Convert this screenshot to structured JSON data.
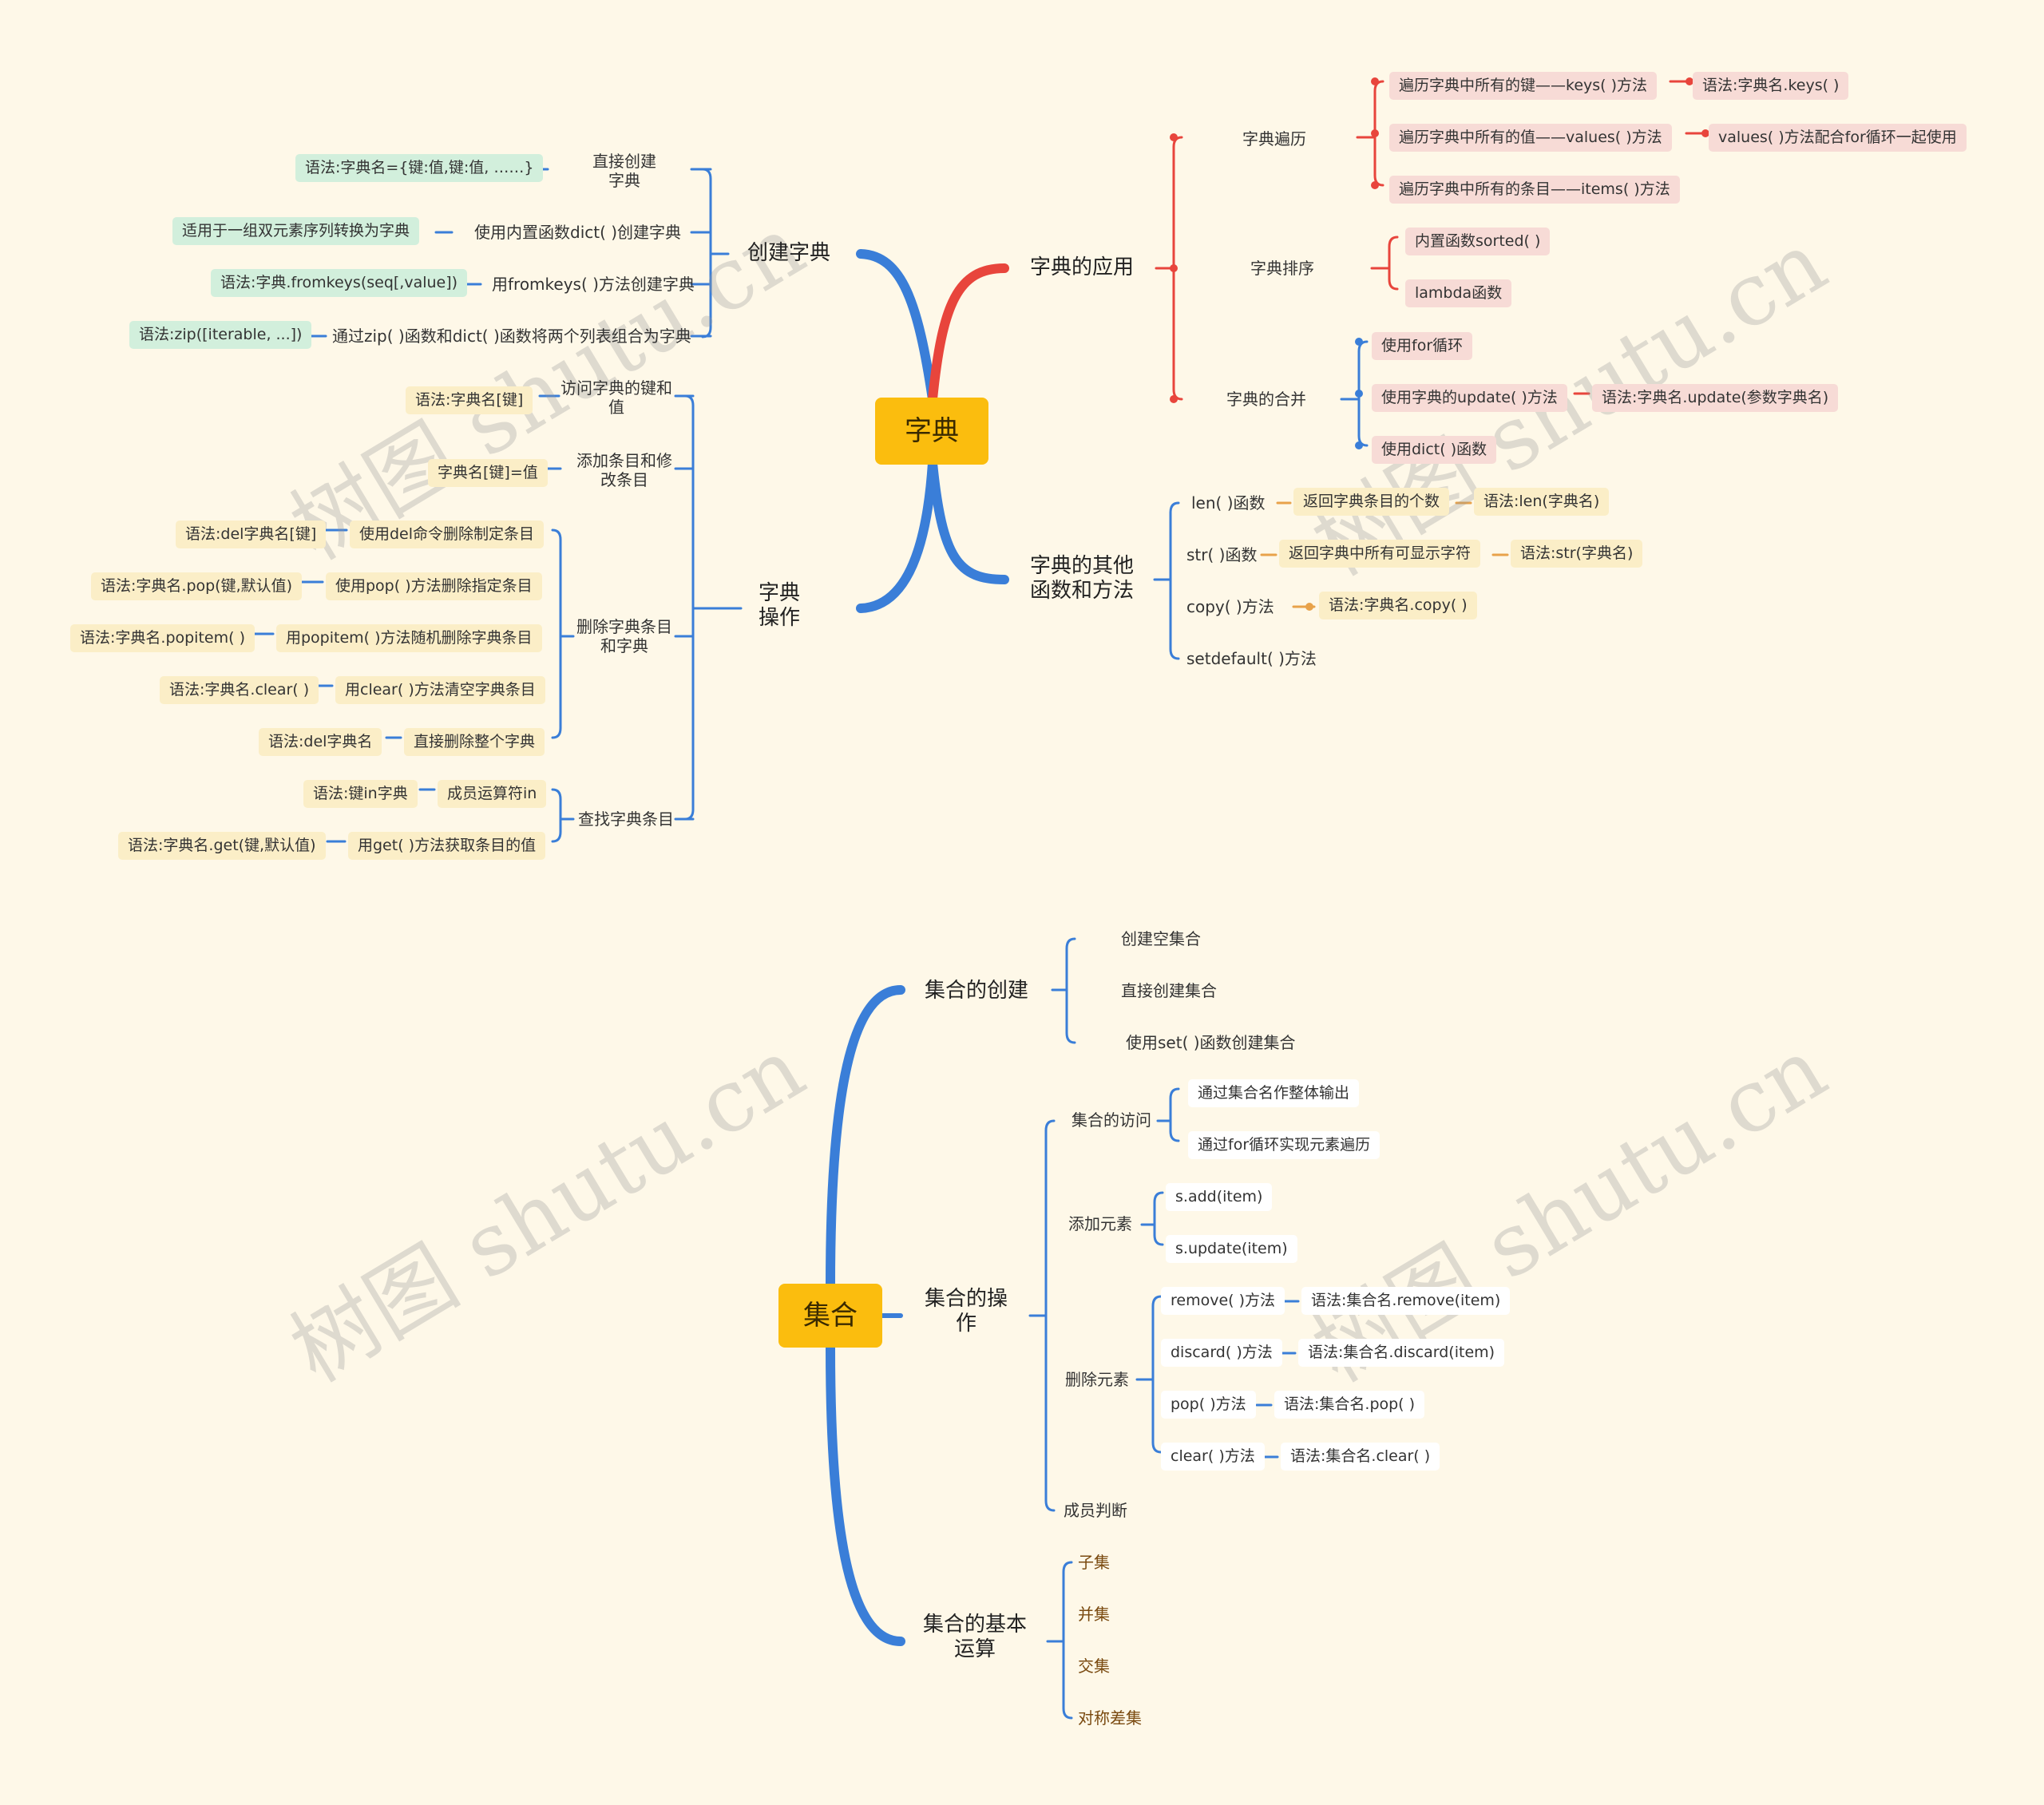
{
  "colors": {
    "background": "#fef8e8",
    "root": "#fbbd0e",
    "blue": "#3a7ed8",
    "red": "#e8453c",
    "orange": "#e8a24a",
    "mint": "#d2efdc",
    "cream": "#fbeec7",
    "pink": "#f7dbd6"
  },
  "watermark": "树图 shutu.cn",
  "dict": {
    "root": "字典",
    "create": {
      "label": "创建字典",
      "direct": "直接创建\n字典",
      "direct_syntax": "语法:字典名={键:值,键:值, ……}",
      "dict_fn": "使用内置函数dict( )创建字典",
      "dict_fn_note": "适用于一组双元素序列转换为字典",
      "fromkeys": "用fromkeys( )方法创建字典",
      "fromkeys_syntax": "语法:字典.fromkeys(seq[,value])",
      "zip": "通过zip( )函数和dict( )函数将两个列表组合为字典",
      "zip_syntax": "语法:zip([iterable, ...])"
    },
    "ops": {
      "label": "字典\n操作",
      "access": "访问字典的键和\n值",
      "access_syntax": "语法:字典名[键]",
      "add": "添加条目和修\n改条目",
      "add_syntax": "字典名[键]=值",
      "delete": "删除字典条目\n和字典",
      "del_cmd": "使用del命令删除制定条目",
      "del_cmd_syntax": "语法:del字典名[键]",
      "pop": "使用pop( )方法删除指定条目",
      "pop_syntax": "语法:字典名.pop(键,默认值)",
      "popitem": "用popitem( )方法随机删除字典条目",
      "popitem_syntax": "语法:字典名.popitem( )",
      "clear": "用clear( )方法清空字典条目",
      "clear_syntax": "语法:字典名.clear( )",
      "del_all": "直接删除整个字典",
      "del_all_syntax": "语法:del字典名",
      "find": "查找字典条目",
      "in_op": "成员运算符in",
      "in_syntax": "语法:键in字典",
      "get": "用get( )方法获取条目的值",
      "get_syntax": "语法:字典名.get(键,默认值)"
    },
    "apps": {
      "label": "字典的应用",
      "traverse": "字典遍历",
      "keys": "遍历字典中所有的键——keys( )方法",
      "keys_syntax": "语法:字典名.keys( )",
      "values": "遍历字典中所有的值——values( )方法",
      "values_note": "values( )方法配合for循环一起使用",
      "items": "遍历字典中所有的条目——items( )方法",
      "sort": "字典排序",
      "sorted": "内置函数sorted( )",
      "lambda": "lambda函数",
      "merge": "字典的合并",
      "for_loop": "使用for循环",
      "update": "使用字典的update( )方法",
      "update_syntax": "语法:字典名.update(参数字典名)",
      "dict_fn": "使用dict( )函数"
    },
    "funcs": {
      "label": "字典的其他\n函数和方法",
      "len": "len( )函数",
      "len_desc": "返回字典条目的个数",
      "len_syntax": "语法:len(字典名)",
      "str": "str( )函数",
      "str_desc": "返回字典中所有可显示字符",
      "str_syntax": "语法:str(字典名)",
      "copy": "copy( )方法",
      "copy_syntax": "语法:字典名.copy( )",
      "setdefault": "setdefault( )方法"
    }
  },
  "set": {
    "root": "集合",
    "create": {
      "label": "集合的创建",
      "empty": "创建空集合",
      "direct": "直接创建集合",
      "set_fn": "使用set( )函数创建集合"
    },
    "ops": {
      "label": "集合的操\n作",
      "access": "集合的访问",
      "print_all": "通过集合名作整体输出",
      "for_loop": "通过for循环实现元素遍历",
      "add": "添加元素",
      "s_add": "s.add(item)",
      "s_update": "s.update(item)",
      "remove": "删除元素",
      "remove_m": "remove( )方法",
      "remove_syntax": "语法:集合名.remove(item)",
      "discard_m": "discard( )方法",
      "discard_syntax": "语法:集合名.discard(item)",
      "pop_m": "pop( )方法",
      "pop_syntax": "语法:集合名.pop( )",
      "clear_m": "clear( )方法",
      "clear_syntax": "语法:集合名.clear( )",
      "member": "成员判断"
    },
    "basic": {
      "label": "集合的基本\n运算",
      "subset": "子集",
      "union": "并集",
      "intersection": "交集",
      "sym_diff": "对称差集"
    }
  }
}
